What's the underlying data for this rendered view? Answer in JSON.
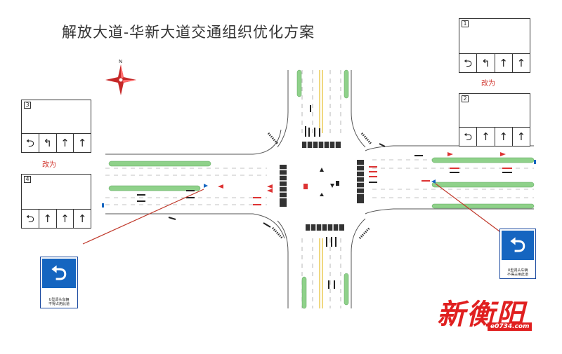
{
  "title": "解放大道-华新大道交通组织优化方案",
  "compass": {
    "label": "N"
  },
  "panels": {
    "top_right_1": {
      "number": "1",
      "arrows": [
        "⮌",
        "↰",
        "↑",
        "↑"
      ]
    },
    "top_right_2": {
      "number": "2",
      "arrows": [
        "⮌",
        "↑",
        "↑",
        "↑"
      ]
    },
    "left_1": {
      "number": "3",
      "arrows": [
        "⮌",
        "↰",
        "↑",
        "↑"
      ]
    },
    "left_2": {
      "number": "4",
      "arrows": [
        "⮌",
        "↑",
        "↑",
        "↑"
      ]
    }
  },
  "change_labels": {
    "right": "改为",
    "left": "改为"
  },
  "signs": {
    "left": {
      "symbol": "⮌",
      "caption_line1": "U型调头车辆",
      "caption_line2": "不得占用此道"
    },
    "right": {
      "symbol": "⮌",
      "caption_line1": "U型调头车辆",
      "caption_line2": "不得占用此道"
    }
  },
  "watermark": {
    "main": "新衡阳",
    "url": "e0734.com"
  },
  "colors": {
    "median": "#8fd18a",
    "road_edge": "#555555",
    "pointer": "#c0392b",
    "sign_blue": "#1565c0",
    "logo_red": "#e02020"
  }
}
